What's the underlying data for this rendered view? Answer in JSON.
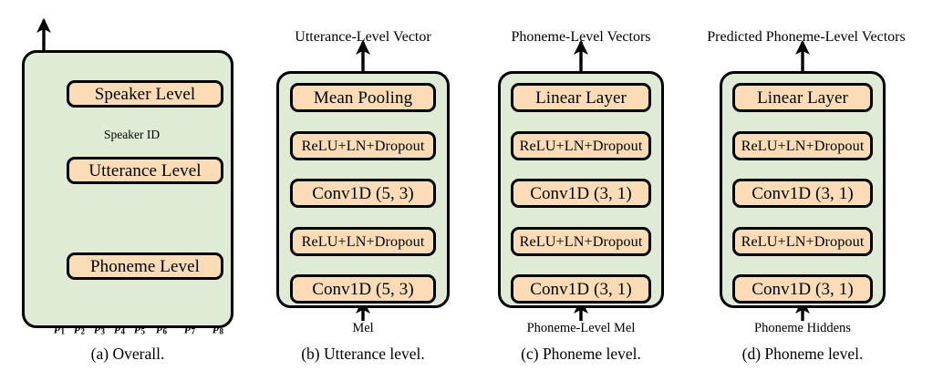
{
  "figure": {
    "colors": {
      "panel_background": "#dfebd4",
      "block_fill": "#fbdcb6",
      "stroke": "#000000",
      "phoneme_boundary": "#ff0000",
      "page_background": "#ffffff"
    }
  },
  "panels": [
    {
      "id": "a",
      "caption": "(a) Overall.",
      "blocks": [
        {
          "label": "Speaker Level"
        },
        {
          "label": "Utterance Level"
        },
        {
          "label": "Phoneme Level"
        }
      ],
      "annotations": {
        "speaker_id": "Speaker ID"
      },
      "adders": [
        "⊕",
        "⊕",
        "⊕"
      ],
      "phoneme_labels": [
        "p",
        "p",
        "p",
        "p",
        "p",
        "p",
        "p",
        "p"
      ],
      "phoneme_indices": [
        "1",
        "2",
        "3",
        "4",
        "5",
        "6",
        "7",
        "8"
      ],
      "spectrograms": [
        "utterance-mel-spectrogram",
        "phoneme-mel-spectrogram"
      ]
    },
    {
      "id": "b",
      "caption": "(b) Utterance level.",
      "top_label": "Utterance-Level Vector",
      "bottom_label": "Mel",
      "blocks": [
        {
          "label": "Mean Pooling"
        },
        {
          "label": "ReLU+LN+Dropout"
        },
        {
          "label": "Conv1D (5, 3)"
        },
        {
          "label": "ReLU+LN+Dropout"
        },
        {
          "label": "Conv1D (5, 3)"
        }
      ]
    },
    {
      "id": "c",
      "caption": "(c) Phoneme level.",
      "top_label": "Phoneme-Level Vectors",
      "bottom_label": "Phoneme-Level Mel",
      "blocks": [
        {
          "label": "Linear Layer"
        },
        {
          "label": "ReLU+LN+Dropout"
        },
        {
          "label": "Conv1D (3, 1)"
        },
        {
          "label": "ReLU+LN+Dropout"
        },
        {
          "label": "Conv1D (3, 1)"
        }
      ]
    },
    {
      "id": "d",
      "caption": "(d) Phoneme level.",
      "top_label": "Predicted Phoneme-Level Vectors",
      "bottom_label": "Phoneme Hiddens",
      "blocks": [
        {
          "label": "Linear Layer"
        },
        {
          "label": "ReLU+LN+Dropout"
        },
        {
          "label": "Conv1D (3, 1)"
        },
        {
          "label": "ReLU+LN+Dropout"
        },
        {
          "label": "Conv1D (3, 1)"
        }
      ]
    }
  ]
}
